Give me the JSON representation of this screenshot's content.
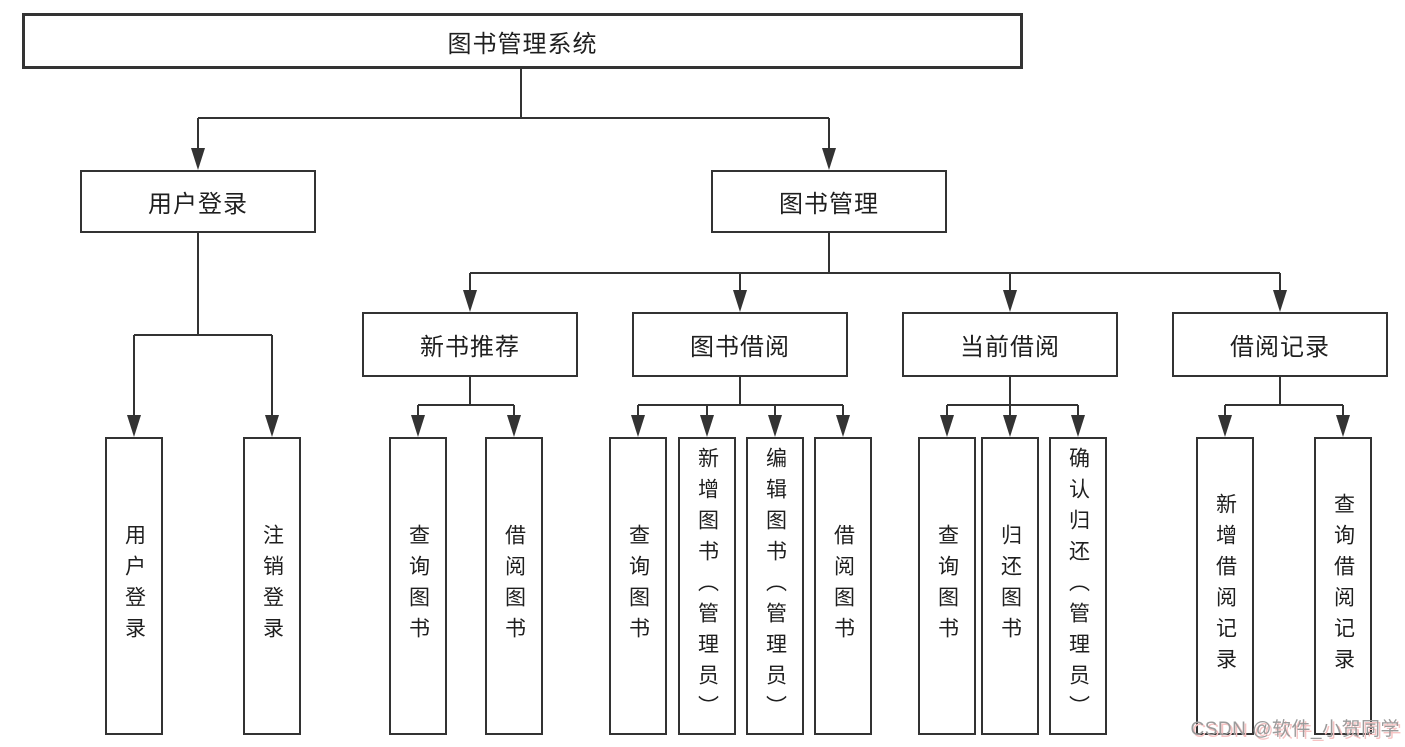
{
  "diagram": {
    "root": {
      "label": "图书管理系统"
    },
    "level2": [
      {
        "label": "用户登录"
      },
      {
        "label": "图书管理"
      }
    ],
    "level3": [
      {
        "label": "新书推荐"
      },
      {
        "label": "图书借阅"
      },
      {
        "label": "当前借阅"
      },
      {
        "label": "借阅记录"
      }
    ],
    "leaves": [
      {
        "label": "用户登录"
      },
      {
        "label": "注销登录"
      },
      {
        "label": "查询图书"
      },
      {
        "label": "借阅图书"
      },
      {
        "label": "查询图书"
      },
      {
        "label": "新增图书（管理员）"
      },
      {
        "label": "编辑图书（管理员）"
      },
      {
        "label": "借阅图书"
      },
      {
        "label": "查询图书"
      },
      {
        "label": "归还图书"
      },
      {
        "label": "确认归还（管理员）"
      },
      {
        "label": "新增借阅记录"
      },
      {
        "label": "查询借阅记录"
      }
    ]
  },
  "watermark": {
    "text": "CSDN @软件_小贺同学"
  },
  "colors": {
    "line": "#333333",
    "text": "#1f1f1f",
    "background": "#ffffff",
    "watermark": "#9b9b9b",
    "watermark_shadow": "#f6c3c3"
  }
}
